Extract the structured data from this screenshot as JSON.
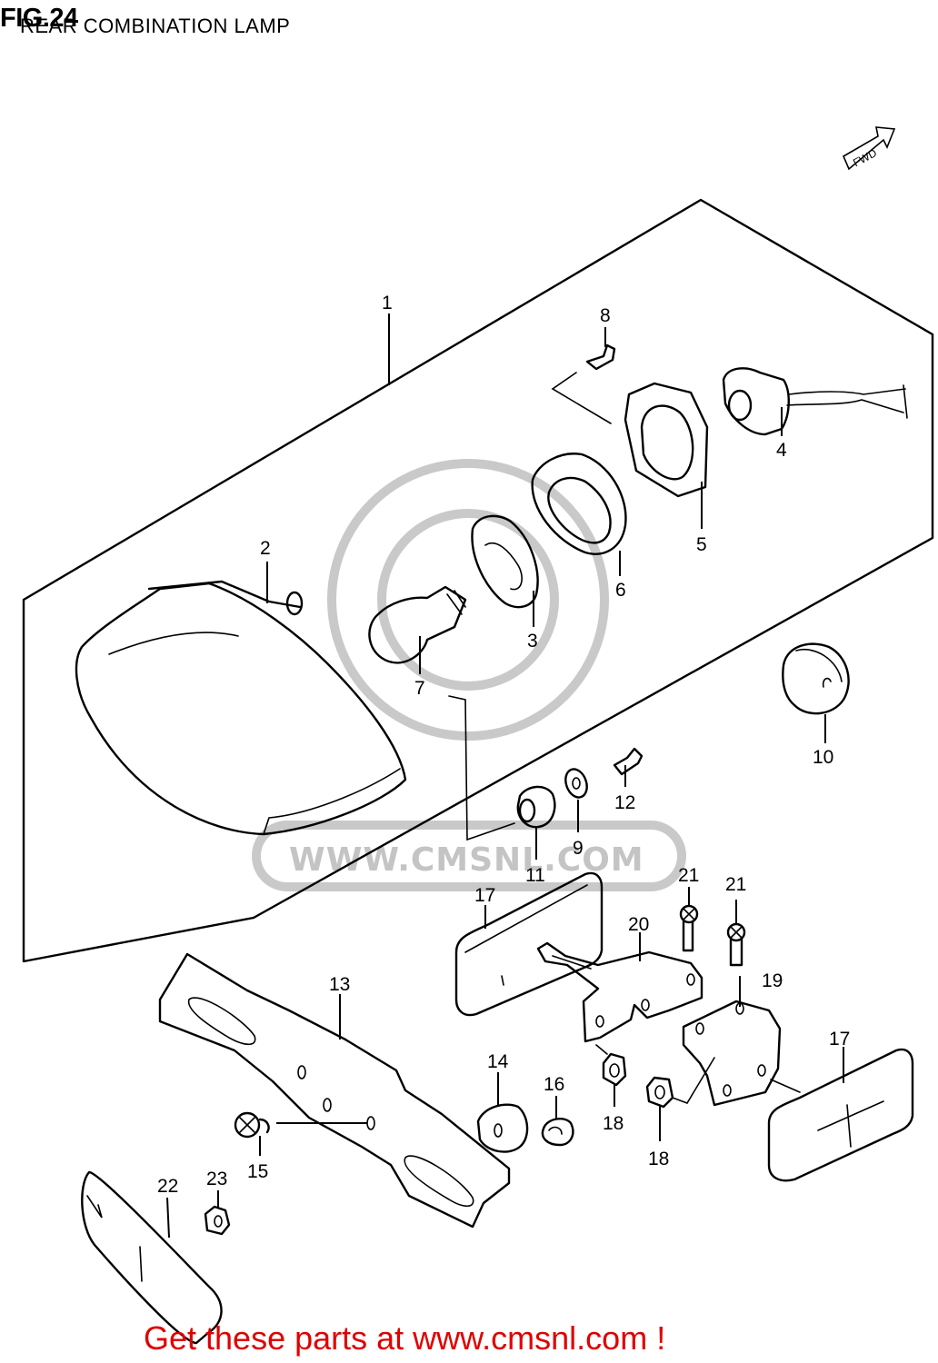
{
  "header": {
    "fig_number": "FIG.24",
    "title": "REAR COMBINATION LAMP"
  },
  "direction_label": "FWD",
  "watermark": "WWW.CMSNL.COM",
  "footer": {
    "link_text": "Get these parts at www.cmsnl.com !",
    "color": "#e00000"
  },
  "callouts": [
    "1",
    "2",
    "3",
    "4",
    "5",
    "6",
    "7",
    "8",
    "9",
    "10",
    "11",
    "12",
    "13",
    "14",
    "15",
    "16",
    "17",
    "18",
    "19",
    "20",
    "21",
    "22",
    "23"
  ]
}
